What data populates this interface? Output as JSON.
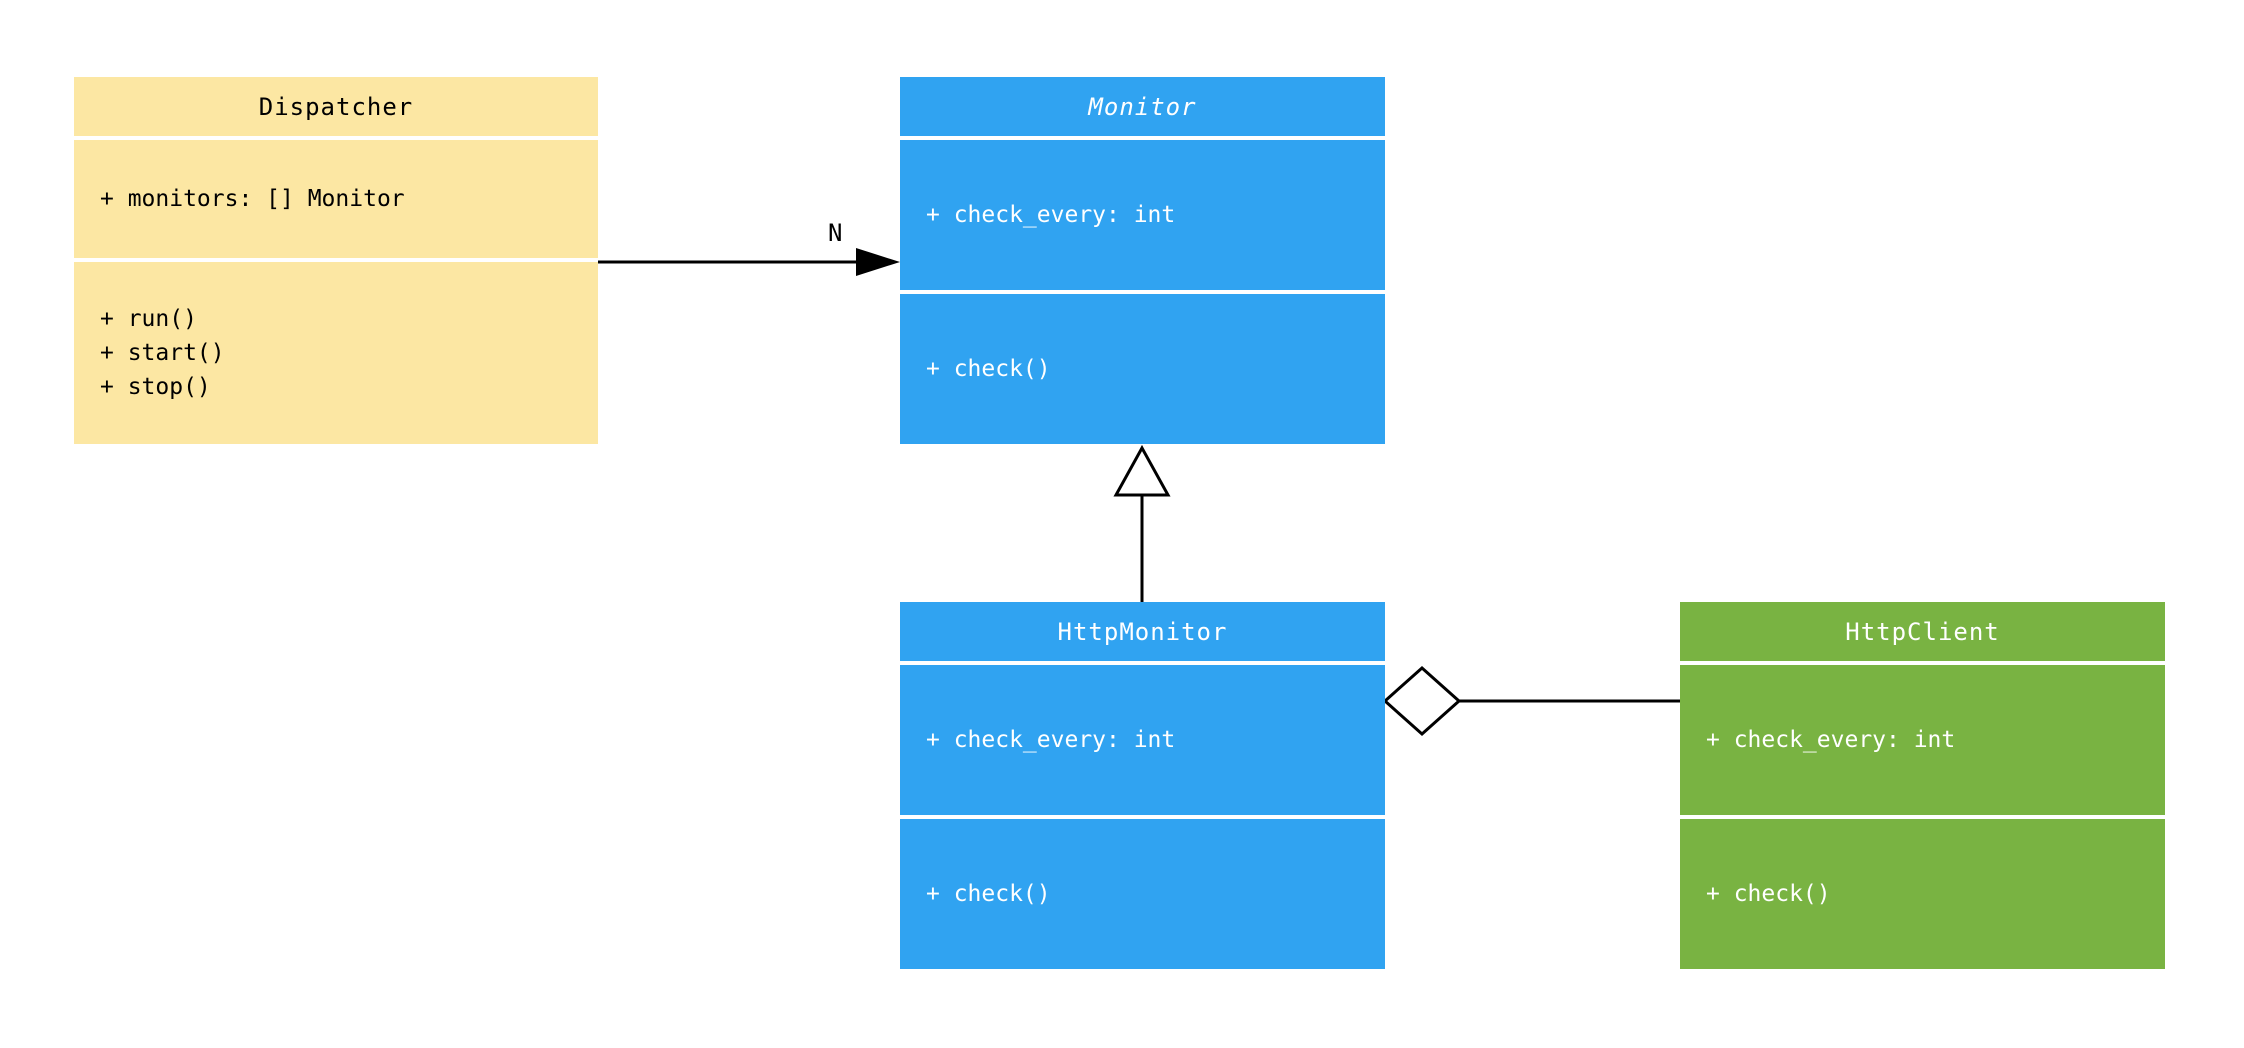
{
  "diagram": {
    "type": "uml-class-diagram",
    "classes": {
      "dispatcher": {
        "title": "Dispatcher",
        "attributes": [
          "+ monitors: [] Monitor"
        ],
        "methods": [
          "+ run()",
          "+ start()",
          "+ stop()"
        ],
        "color": "#fce7a3",
        "text_color": "#000000"
      },
      "monitor": {
        "title": "Monitor",
        "abstract": true,
        "attributes": [
          "+ check_every: int"
        ],
        "methods": [
          "+ check()"
        ],
        "color": "#30a3f1",
        "text_color": "#ffffff"
      },
      "http_monitor": {
        "title": "HttpMonitor",
        "attributes": [
          "+ check_every: int"
        ],
        "methods": [
          "+ check()"
        ],
        "color": "#30a3f1",
        "text_color": "#ffffff"
      },
      "http_client": {
        "title": "HttpClient",
        "attributes": [
          "+ check_every: int"
        ],
        "methods": [
          "+ check()"
        ],
        "color": "#79b342",
        "text_color": "#ffffff"
      }
    },
    "relations": {
      "dispatcher_monitor": {
        "type": "association",
        "multiplicity": "N",
        "line_color": "#000000"
      },
      "httpmonitor_monitor": {
        "type": "inheritance",
        "line_color": "#000000"
      },
      "httpmonitor_httpclient": {
        "type": "aggregation",
        "line_color": "#000000"
      }
    }
  }
}
